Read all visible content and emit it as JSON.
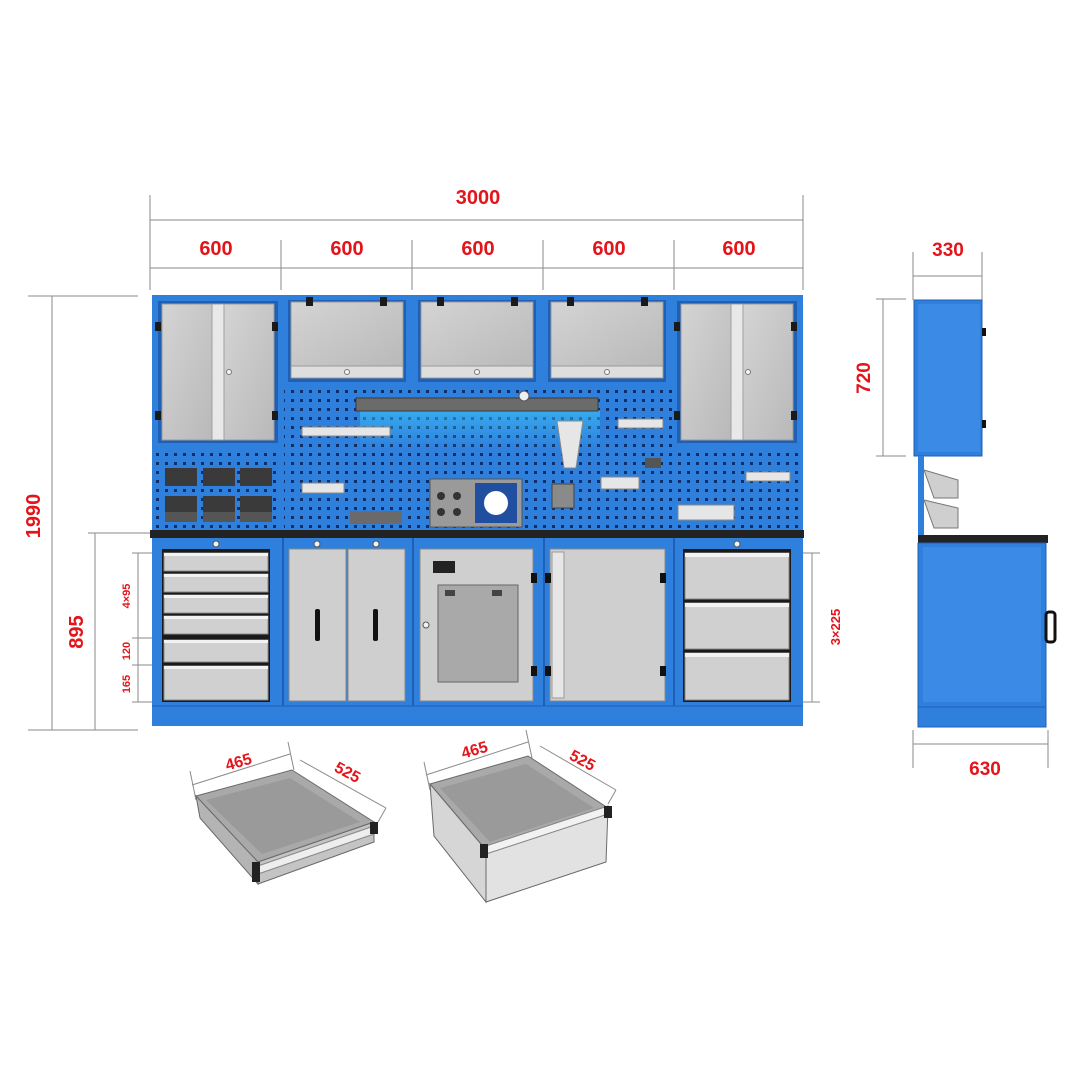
{
  "colors": {
    "frame_blue": "#2f7fdc",
    "frame_blue_dark": "#1f5fb4",
    "panel_grey": "#c9c9c9",
    "panel_grey_light": "#dadada",
    "dimension_red": "#e3141a",
    "worktop_black": "#232323",
    "led_glow": "#3fd0ff"
  },
  "dimensions": {
    "total_width": "3000",
    "module_widths": [
      "600",
      "600",
      "600",
      "600",
      "600"
    ],
    "total_height": "1990",
    "lower_height": "895",
    "left_drawers_small": "4×95",
    "left_drawer_mid": "120",
    "left_drawer_bottom": "165",
    "right_drawers": "3×225",
    "side_depth_top": "330",
    "upper_cabinet_height": "720",
    "side_depth_bottom": "630",
    "drawer_a_width": "465",
    "drawer_a_depth": "525",
    "drawer_b_width": "465",
    "drawer_b_depth": "525"
  },
  "icons": {
    "pegboard": "pegboard-icon",
    "handle": "handle-icon",
    "lock": "lock-icon",
    "led_lamp": "led-lamp-icon"
  }
}
